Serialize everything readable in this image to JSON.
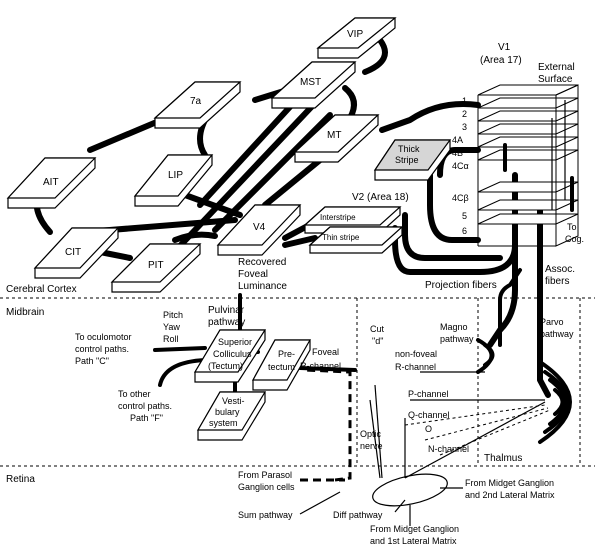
{
  "cortex_areas": {
    "vip": "VIP",
    "mst": "MST",
    "mt": "MT",
    "a7a": "7a",
    "lip": "LIP",
    "ait": "AIT",
    "cit": "CIT",
    "pit": "PIT",
    "v4": "V4"
  },
  "v1": {
    "title_line1": "V1",
    "title_line2": "(Area 17)",
    "external_line1": "External",
    "external_line2": "Surface",
    "layers": [
      "1",
      "2",
      "3",
      "4A",
      "4B",
      "4Cα",
      "4Cβ",
      "5",
      "6"
    ]
  },
  "v2": {
    "title": "V2 (Area 18)",
    "thick_line1": "Thick",
    "thick_line2": "Stripe",
    "interstripe": "Interstripe",
    "thin_stripe": "Thin stripe"
  },
  "labels": {
    "recovered_line1": "Recovered",
    "recovered_line2": "Foveal",
    "recovered_line3": "Luminance",
    "cerebral_cortex": "Cerebral Cortex",
    "projection_fibers": "Projection fibers",
    "assoc_line1": "Assoc.",
    "assoc_line2": "fibers",
    "to_cog_line1": "To",
    "to_cog_line2": "Cog.",
    "midbrain": "Midbrain",
    "pulvinar_line1": "Pulvinar",
    "pulvinar_line2": "pathway",
    "pitch": "Pitch",
    "yaw": "Yaw",
    "roll": "Roll",
    "oculomotor_line1": "To oculomotor",
    "oculomotor_line2": "control paths.",
    "oculomotor_line3": "Path \"C\"",
    "other_line1": "To other",
    "other_line2": "control paths.",
    "other_line3": "Path \"F\"",
    "sc_line1": "Superior",
    "sc_line2": "Colliculus",
    "sc_line3": "(Tectum)",
    "pre_line1": "Pre-",
    "pre_line2": "tectum",
    "vest_line1": "Vesti-",
    "vest_line2": "bulary",
    "vest_line3": "system",
    "foveal": "Foveal",
    "r_channel_left": "R-channel",
    "cut": "Cut",
    "cut_d": "\"d\"",
    "non_foveal": "non-foveal",
    "r_channel_right": "R-channel",
    "p_channel": "P-channel",
    "q_channel": "Q-channel",
    "o_label": "O",
    "n_channel": "N-channel",
    "magno_line1": "Magno",
    "magno_line2": "pathway",
    "parvo_line1": "Parvo",
    "parvo_line2": "pathway",
    "optic_line1": "Optic",
    "optic_line2": "nerve",
    "thalmus": "Thalmus",
    "retina": "Retina",
    "parasol_line1": "From Parasol",
    "parasol_line2": "Ganglion cells",
    "sum_pathway": "Sum pathway",
    "diff_pathway": "Diff pathway",
    "midget2_line1": "From Midget Ganglion",
    "midget2_line2": "and 2nd Lateral Matrix",
    "midget1_line1": "From Midget Ganglion",
    "midget1_line2": "and 1st Lateral Matrix"
  }
}
